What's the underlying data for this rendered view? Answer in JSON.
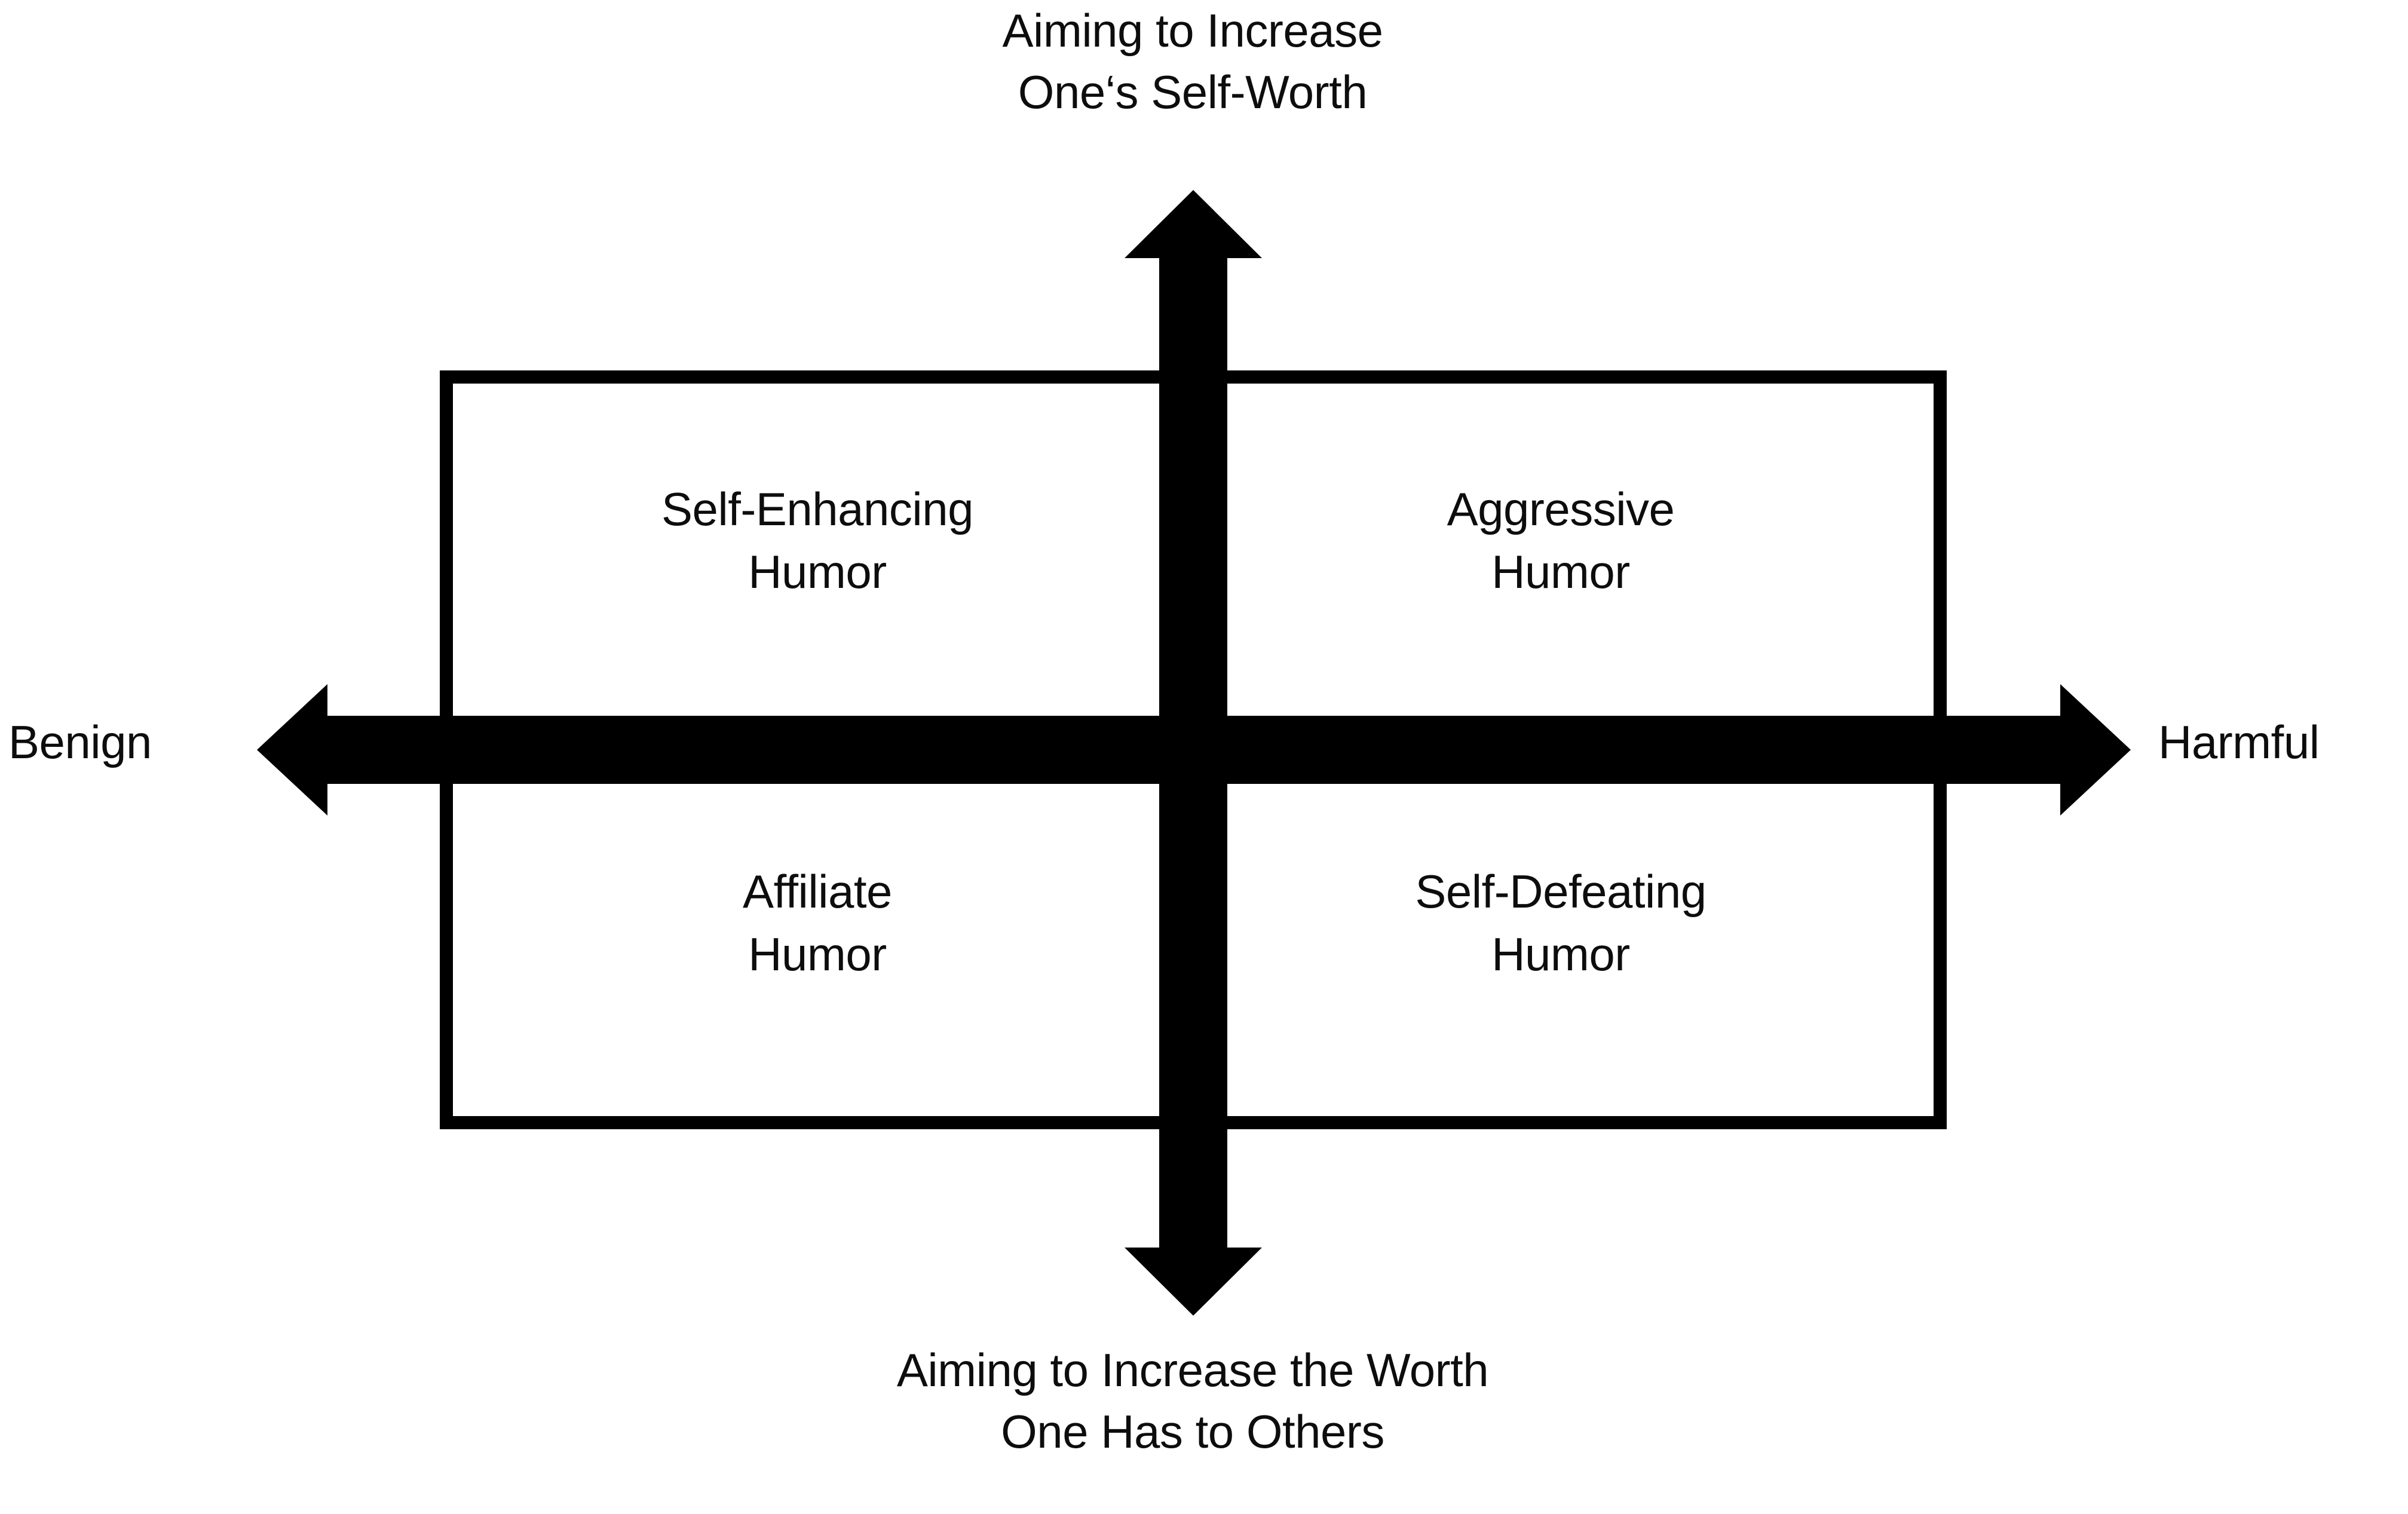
{
  "diagram": {
    "type": "2x2-quadrant-matrix",
    "title_present": false,
    "background_color": "#ffffff",
    "stroke_color": "#000000",
    "text_color": "#0d0d0d",
    "axes": {
      "vertical": {
        "top_label": "Aiming to Increase\nOne‘s Self-Worth",
        "top_label_line1": "Aiming to Increase",
        "top_label_line2": "One‘s Self-Worth",
        "bottom_label": "Aiming to Increase the Worth\nOne Has to Others",
        "bottom_label_line1": "Aiming to Increase the Worth",
        "bottom_label_line2": "One Has to Others",
        "arrow_style": "double-headed"
      },
      "horizontal": {
        "left_label": "Benign",
        "right_label": "Harmful",
        "arrow_style": "double-headed"
      }
    },
    "quadrants": [
      {
        "position": "top-left",
        "label": "Self-Enhancing\nHumor",
        "line1": "Self-Enhancing",
        "line2": "Humor"
      },
      {
        "position": "top-right",
        "label": "Aggressive\nHumor",
        "line1": "Aggressive",
        "line2": "Humor"
      },
      {
        "position": "bottom-left",
        "label": "Affiliate\nHumor",
        "line1": "Affiliate",
        "line2": "Humor"
      },
      {
        "position": "bottom-right",
        "label": "Self-Defeating\nHumor",
        "line1": "Self-Defeating",
        "line2": "Humor"
      }
    ]
  }
}
